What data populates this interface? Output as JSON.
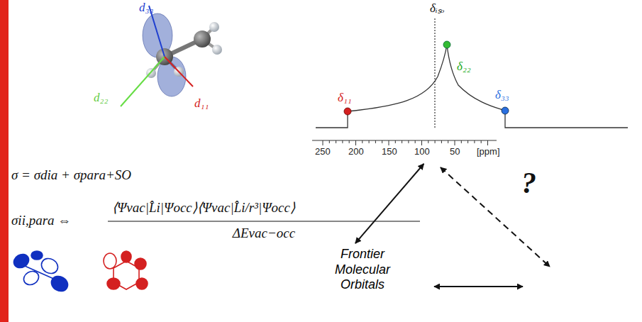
{
  "diagram": {
    "nodes": [
      {
        "text": [
          "δᵢₛₒ",
          "δ₁₁",
          "δ₂₂",
          "δ₃₃"
        ]
      },
      {
        "text": [
          "Frontier Molecular Orbitals"
        ]
      }
    ],
    "edges": [
      {
        "from": 0,
        "to": 1,
        "arrow": "both"
      }
    ],
    "labels": [
      "d₃₃",
      "d₂₂",
      "d₁₁",
      "250",
      "200",
      "150",
      "100",
      "50",
      "[ppm]",
      "σ = σdia + σpara+SO",
      "σii,para ⇔",
      "⟨Ψvac|L̂i|Ψocc⟩⟨Ψvac|L̂i/r³|Ψocc⟩",
      "ΔEvac−occ",
      "?"
    ]
  }
}
